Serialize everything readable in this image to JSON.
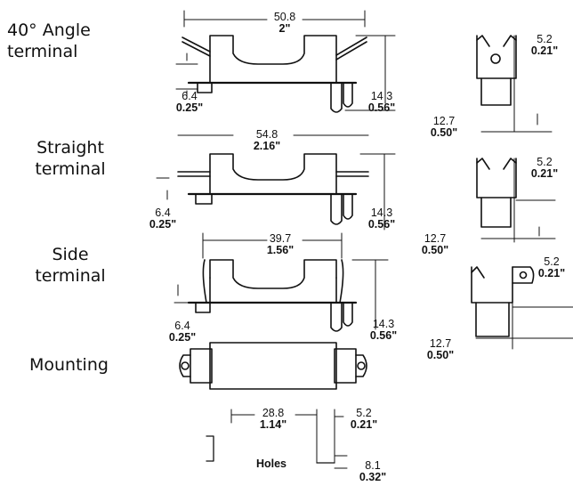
{
  "row_labels": {
    "angle": [
      "40° Angle",
      "terminal"
    ],
    "straight": [
      "Straight",
      "terminal"
    ],
    "side": [
      "Side",
      "terminal"
    ],
    "mounting": "Mounting"
  },
  "dims": {
    "angle_width": {
      "mm": "50.8",
      "in": "2\""
    },
    "angle_offset": {
      "mm": "6.4",
      "in": "0.25\""
    },
    "angle_height": {
      "mm": "14 3",
      "in": "0.56\""
    },
    "angle_side_w": {
      "mm": "5.2",
      "in": "0.21\""
    },
    "angle_side_h": {
      "mm": "12.7",
      "in": "0.50\""
    },
    "straight_width": {
      "mm": "54.8",
      "in": "2.16\""
    },
    "straight_offset": {
      "mm": "6.4",
      "in": "0.25\""
    },
    "straight_height": {
      "mm": "14.3",
      "in": "0.56\""
    },
    "straight_side_w": {
      "mm": "5.2",
      "in": "0.21\""
    },
    "straight_side_h": {
      "mm": "12.7",
      "in": "0.50\""
    },
    "side_width": {
      "mm": "39.7",
      "in": "1.56\""
    },
    "side_offset": {
      "mm": "6.4",
      "in": "0.25\""
    },
    "side_height": {
      "mm": "14.3",
      "in": "0.56\""
    },
    "side_side_w": {
      "mm": "5.2",
      "in": "0.21\""
    },
    "side_side_h": {
      "mm": "12.7",
      "in": "0.50\""
    },
    "holes_spacing": {
      "mm": "28.8",
      "in": "1.14\""
    },
    "holes_w": {
      "mm": "5.2",
      "in": "0.21\""
    },
    "holes_h": {
      "mm": "8.1",
      "in": "0.32\""
    }
  },
  "holes_label": "Holes"
}
